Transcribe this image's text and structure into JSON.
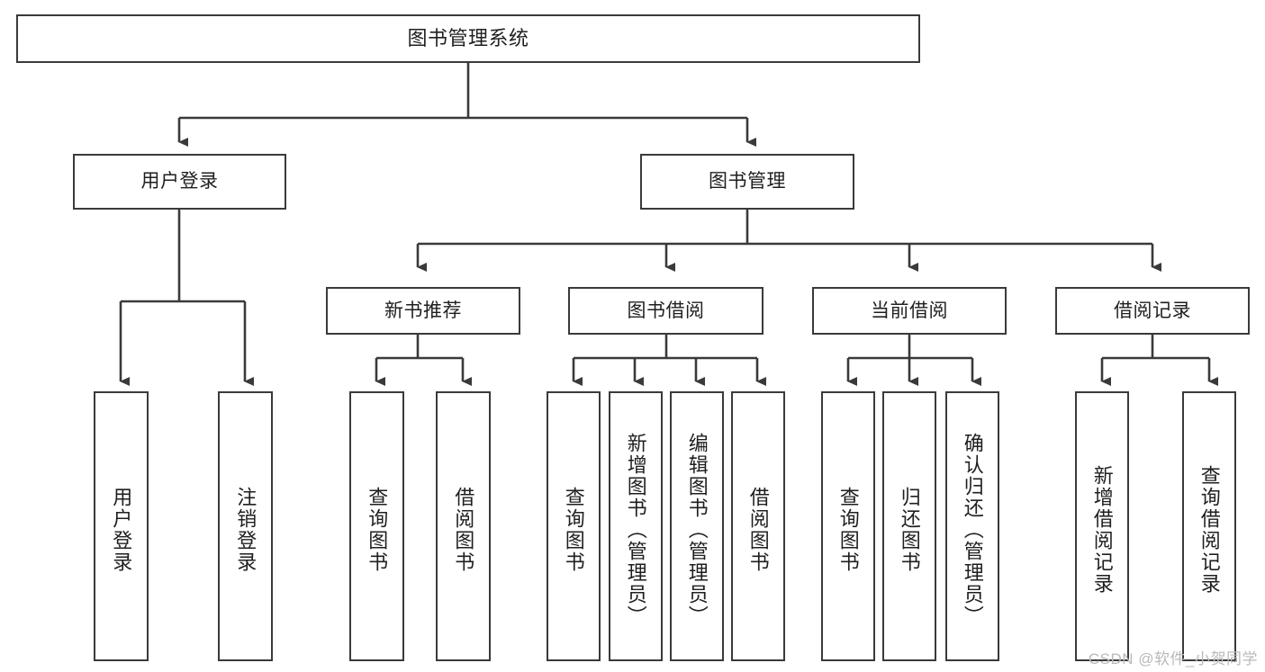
{
  "diagram": {
    "title": "图书管理系统",
    "type": "hierarchy-tree",
    "arrow_style": "filled-triangle-down",
    "colors": {
      "node_border": "#3a3a3a",
      "node_fill": "#ffffff",
      "connector": "#3a3a3a",
      "text": "#1f1f1f",
      "watermark": "#b9b9b9",
      "background": "#ffffff"
    },
    "nodes": {
      "root": {
        "label": "图书管理系统",
        "orientation": "horizontal"
      },
      "level2": [
        {
          "id": "user-login",
          "label": "用户登录",
          "orientation": "horizontal"
        },
        {
          "id": "book-management",
          "label": "图书管理",
          "orientation": "horizontal"
        }
      ],
      "level3": [
        {
          "id": "new-book-recommend",
          "label": "新书推荐",
          "orientation": "horizontal"
        },
        {
          "id": "book-borrow",
          "label": "图书借阅",
          "orientation": "horizontal"
        },
        {
          "id": "current-borrow",
          "label": "当前借阅",
          "orientation": "horizontal"
        },
        {
          "id": "borrow-record",
          "label": "借阅记录",
          "orientation": "horizontal"
        }
      ],
      "leaves": [
        {
          "id": "leaf-user-login",
          "label": "用户登录",
          "parent": "user-login",
          "orientation": "vertical"
        },
        {
          "id": "leaf-logout-login",
          "label": "注销登录",
          "parent": "user-login",
          "orientation": "vertical"
        },
        {
          "id": "leaf-query-book-1",
          "label": "查询图书",
          "parent": "new-book-recommend",
          "orientation": "vertical"
        },
        {
          "id": "leaf-borrow-book-1",
          "label": "借阅图书",
          "parent": "new-book-recommend",
          "orientation": "vertical"
        },
        {
          "id": "leaf-query-book-2",
          "label": "查询图书",
          "parent": "book-borrow",
          "orientation": "vertical"
        },
        {
          "id": "leaf-add-book",
          "label": "新增图书（管理员）",
          "parent": "book-borrow",
          "orientation": "vertical"
        },
        {
          "id": "leaf-edit-book",
          "label": "编辑图书（管理员）",
          "parent": "book-borrow",
          "orientation": "vertical"
        },
        {
          "id": "leaf-borrow-book-2",
          "label": "借阅图书",
          "parent": "book-borrow",
          "orientation": "vertical"
        },
        {
          "id": "leaf-query-book-3",
          "label": "查询图书",
          "parent": "current-borrow",
          "orientation": "vertical"
        },
        {
          "id": "leaf-return-book",
          "label": "归还图书",
          "parent": "current-borrow",
          "orientation": "vertical"
        },
        {
          "id": "leaf-confirm-return",
          "label": "确认归还（管理员）",
          "parent": "current-borrow",
          "orientation": "vertical"
        },
        {
          "id": "leaf-add-record",
          "label": "新增借阅记录",
          "parent": "borrow-record",
          "orientation": "vertical"
        },
        {
          "id": "leaf-query-record",
          "label": "查询借阅记录",
          "parent": "borrow-record",
          "orientation": "vertical"
        }
      ]
    },
    "watermark": "CSDN @软件_小贺同学"
  }
}
